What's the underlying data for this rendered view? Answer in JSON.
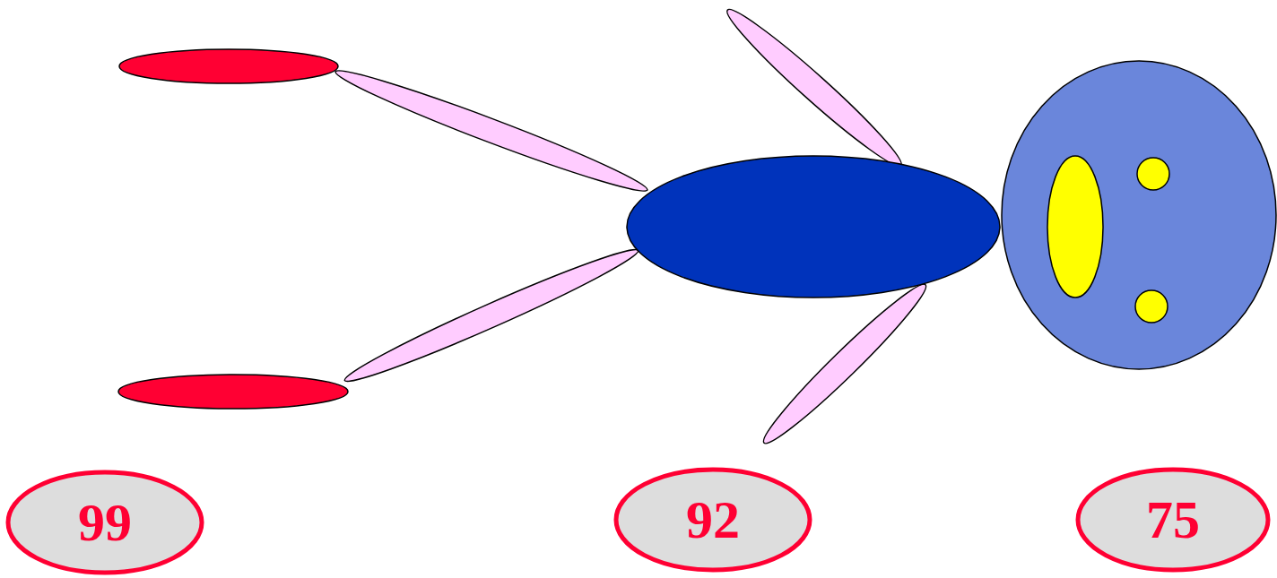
{
  "diagram": {
    "nodes": [
      {
        "text": [
          "99"
        ]
      },
      {
        "text": [
          "92"
        ]
      },
      {
        "text": [
          "75"
        ]
      }
    ]
  }
}
